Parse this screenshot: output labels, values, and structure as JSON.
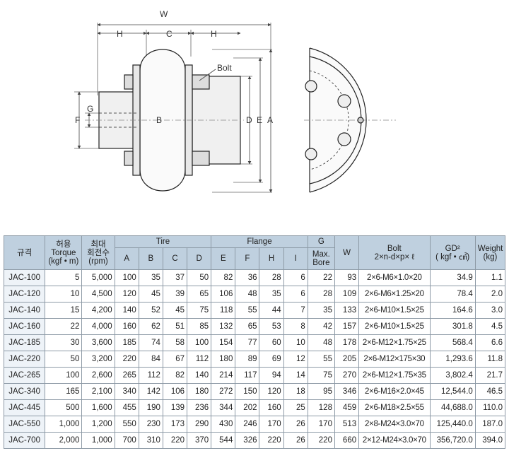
{
  "drawing": {
    "dims": {
      "W": "W",
      "H_left": "H",
      "C": "C",
      "H_right": "H",
      "G": "G",
      "F": "F",
      "B": "B",
      "D": "D",
      "E": "E",
      "A": "A"
    },
    "callout": "Bolt"
  },
  "table": {
    "headers": {
      "model": "규격",
      "torque": [
        "허용",
        "Torque",
        "(kgf • m)"
      ],
      "rpm": [
        "최대",
        "회전수",
        "(rpm)"
      ],
      "tire": "Tire",
      "flange": "Flange",
      "g_top": "G",
      "g_sub": [
        "Max.",
        "Bore"
      ],
      "w": "W",
      "bolt": [
        "Bolt",
        "2×n-d×p× ℓ"
      ],
      "gd2": [
        "GD²",
        "( kgf • ㎠)"
      ],
      "weight": [
        "Weight",
        "(kg)"
      ],
      "A": "A",
      "B": "B",
      "C": "C",
      "D": "D",
      "E": "E",
      "F": "F",
      "H": "H",
      "I": "I"
    },
    "rows": [
      [
        "JAC-100",
        "5",
        "5,000",
        "100",
        "35",
        "37",
        "50",
        "82",
        "36",
        "28",
        "6",
        "22",
        "93",
        "2×6-M6×1.0×20",
        "34.9",
        "1.1"
      ],
      [
        "JAC-120",
        "10",
        "4,500",
        "120",
        "45",
        "39",
        "65",
        "106",
        "48",
        "35",
        "6",
        "28",
        "109",
        "2×6-M6×1.25×20",
        "78.4",
        "2.0"
      ],
      [
        "JAC-140",
        "15",
        "4,200",
        "140",
        "52",
        "45",
        "75",
        "118",
        "55",
        "44",
        "7",
        "35",
        "133",
        "2×6-M10×1.5×25",
        "164.6",
        "3.0"
      ],
      [
        "JAC-160",
        "22",
        "4,000",
        "160",
        "62",
        "51",
        "85",
        "132",
        "65",
        "53",
        "8",
        "42",
        "157",
        "2×6-M10×1.5×25",
        "301.8",
        "4.5"
      ],
      [
        "JAC-185",
        "30",
        "3,600",
        "185",
        "74",
        "58",
        "100",
        "154",
        "77",
        "60",
        "10",
        "48",
        "178",
        "2×6-M12×1.75×25",
        "568.4",
        "6.6"
      ],
      [
        "JAC-220",
        "50",
        "3,200",
        "220",
        "84",
        "67",
        "112",
        "180",
        "89",
        "69",
        "12",
        "55",
        "205",
        "2×6-M12×175×30",
        "1,293.6",
        "11.8"
      ],
      [
        "JAC-265",
        "100",
        "2,600",
        "265",
        "112",
        "82",
        "140",
        "214",
        "117",
        "94",
        "14",
        "75",
        "270",
        "2×6-M12×1.75×35",
        "3,802.4",
        "21.7"
      ],
      [
        "JAC-340",
        "165",
        "2,100",
        "340",
        "142",
        "106",
        "180",
        "272",
        "150",
        "120",
        "18",
        "95",
        "346",
        "2×6-M16×2.0×45",
        "12,544.0",
        "46.5"
      ],
      [
        "JAC-445",
        "500",
        "1,600",
        "455",
        "190",
        "139",
        "236",
        "344",
        "202",
        "160",
        "25",
        "128",
        "459",
        "2×6-M18×2.5×55",
        "44,688.0",
        "110.0"
      ],
      [
        "JAC-550",
        "1,000",
        "1,200",
        "550",
        "230",
        "173",
        "290",
        "430",
        "246",
        "170",
        "26",
        "170",
        "513",
        "2×8-M24×3.0×70",
        "125,440.0",
        "187.0"
      ],
      [
        "JAC-700",
        "2,000",
        "1,000",
        "700",
        "310",
        "220",
        "370",
        "544",
        "326",
        "220",
        "26",
        "220",
        "660",
        "2×12-M24×3.0×70",
        "356,720.0",
        "394.0"
      ]
    ]
  }
}
